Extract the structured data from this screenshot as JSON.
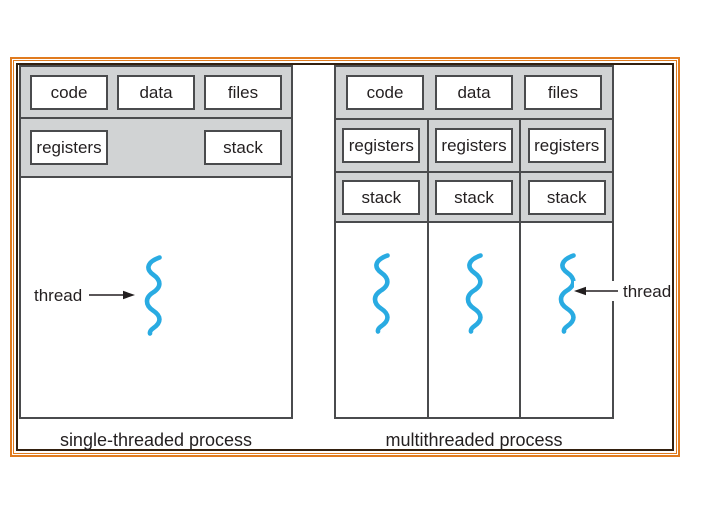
{
  "diagram": {
    "left_panel": {
      "resource_boxes": [
        "code",
        "data",
        "files"
      ],
      "state_boxes": [
        "registers",
        "stack"
      ],
      "thread_label": "thread",
      "caption": "single-threaded process"
    },
    "right_panel": {
      "resource_boxes": [
        "code",
        "data",
        "files"
      ],
      "columns": [
        {
          "state_boxes": [
            "registers",
            "stack"
          ]
        },
        {
          "state_boxes": [
            "registers",
            "stack"
          ]
        },
        {
          "state_boxes": [
            "registers",
            "stack"
          ]
        }
      ],
      "thread_label": "thread",
      "caption": "multithreaded process"
    },
    "colors": {
      "frame_orange": "#E07B1F",
      "frame_dark": "#33200F",
      "panel_gray": "#D1D3D4",
      "border_dark": "#4A4B4D",
      "thread_blue": "#29ABE2",
      "text_dark": "#231F20"
    }
  }
}
